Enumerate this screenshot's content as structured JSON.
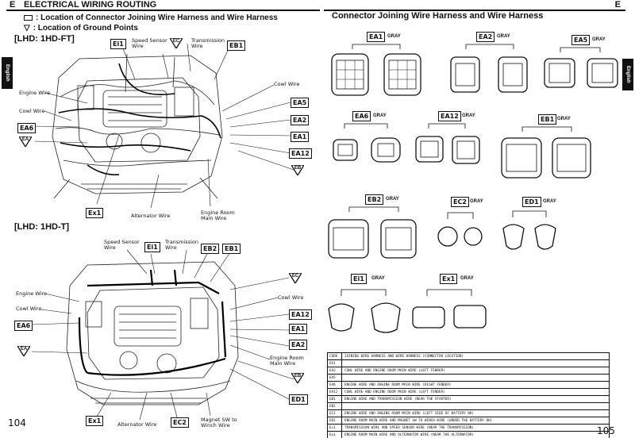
{
  "left": {
    "letter": "E",
    "title": "ELECTRICAL WIRING ROUTING",
    "legend": [
      {
        "symbol": "square",
        "text": ": Location of Connector Joining Wire Harness and Wire Harness"
      },
      {
        "symbol": "triangle",
        "text": ": Location of Ground Points"
      }
    ],
    "section1": "[LHD: 1HD-FT]",
    "section2": "[LHD: 1HD-T]",
    "tab": "English",
    "page_number": "104",
    "diagram1": {
      "box_tags": [
        "Ei1",
        "EB1",
        "EA6",
        "EA5",
        "EA2",
        "EA1",
        "EA12",
        "Ex1"
      ],
      "tri_tags": [
        "EC",
        "EA",
        "EB"
      ],
      "labels": {
        "speed_sensor": "Speed Sensor\nWire",
        "transmission": "Transmission\nWire",
        "engine_wire": "Engine Wire",
        "cowl_wire_left": "Cowl Wire",
        "cowl_wire_right": "Cowl Wire",
        "alternator": "Alternator Wire",
        "engine_room": "Engine Room\nMain Wire"
      }
    },
    "diagram2": {
      "box_tags": [
        "Ei1",
        "EB2",
        "EB1",
        "EA6",
        "EA12",
        "EA1",
        "EA2",
        "Ex1",
        "EC2",
        "ED1"
      ],
      "tri_tags": [
        "EC",
        "EA",
        "EB"
      ],
      "labels": {
        "speed_sensor": "Speed Sensor\nWire",
        "transmission": "Transmission\nWire",
        "engine_wire": "Engine Wire",
        "cowl_wire_left": "Cowl Wire",
        "cowl_wire_right": "Cowl Wire",
        "engine_room": "Engine Room\nMain Wire",
        "alternator": "Alternator Wire",
        "magnet_sw": "Magnet SW to\nWinch Wire"
      }
    }
  },
  "right": {
    "letter": "E",
    "title": "Connector Joining Wire Harness and Wire Harness",
    "tab": "English",
    "page_number": "105",
    "connectors": [
      {
        "code": "EA1",
        "color": "GRAY"
      },
      {
        "code": "EA2",
        "color": "GRAY"
      },
      {
        "code": "EA5",
        "color": "GRAY"
      },
      {
        "code": "EA6",
        "color": "GRAY"
      },
      {
        "code": "EA12",
        "color": "GRAY"
      },
      {
        "code": "EB1",
        "color": "GRAY"
      },
      {
        "code": "EB2",
        "color": "GRAY"
      },
      {
        "code": "EC2",
        "color": "GRAY"
      },
      {
        "code": "ED1",
        "color": "GRAY"
      },
      {
        "code": "Ei1",
        "color": "GRAY"
      },
      {
        "code": "Ex1",
        "color": "GRAY"
      }
    ],
    "table": {
      "header": {
        "code": "CODE",
        "desc": "JOINING WIRE HARNESS AND WIRE HARNESS (CONNECTOR LOCATION)"
      },
      "rows": [
        {
          "code": "EA1",
          "desc": ""
        },
        {
          "code": "EA2",
          "desc": "COWL WIRE AND ENGINE ROOM MAIN WIRE (LEFT FENDER)"
        },
        {
          "code": "EA5",
          "desc": ""
        },
        {
          "code": "EA6",
          "desc": "ENGINE WIRE AND ENGINE ROOM MAIN WIRE (RIGHT FENDER)"
        },
        {
          "code": "EA12",
          "desc": "COWL WIRE AND ENGINE ROOM MAIN WIRE (LEFT FENDER)"
        },
        {
          "code": "EB1",
          "desc": "ENGINE WIRE AND TRANSMISSION WIRE (NEAR THE STARTER)"
        },
        {
          "code": "EB2",
          "desc": ""
        },
        {
          "code": "EC2",
          "desc": "ENGINE WIRE AND ENGINE ROOM MAIN WIRE (LEFT SIDE OF BATTERY 8H)"
        },
        {
          "code": "ED1",
          "desc": "ENGINE ROOM MAIN WIRE AND MAGNET SW TO WINCH WIRE (UNDER THE BATTERY 8H)"
        },
        {
          "code": "Ei1",
          "desc": "TRANSMISSION WIRE AND SPEED SENSOR WIRE (NEAR THE TRANSMISSION)"
        },
        {
          "code": "Ex1",
          "desc": "ENGINE ROOM MAIN WIRE AND ALTERNATOR WIRE (NEAR THE ALTERNATOR)"
        }
      ]
    }
  }
}
